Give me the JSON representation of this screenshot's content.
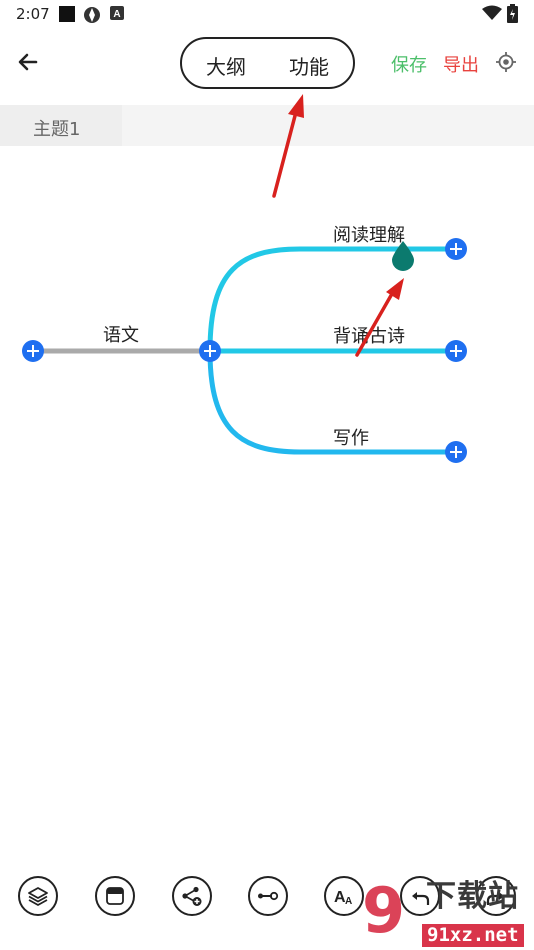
{
  "status_bar": {
    "time": "2:07",
    "icons": [
      "square-icon",
      "aperture-icon",
      "font-a-icon",
      "wifi-icon",
      "battery-icon"
    ]
  },
  "header": {
    "back_icon": "arrow-left-icon",
    "tabs": [
      {
        "label": "大纲"
      },
      {
        "label": "功能"
      }
    ],
    "save_label": "保存",
    "export_label": "导出",
    "locate_icon": "locate-icon",
    "colors": {
      "save": "#4cbf6a",
      "export": "#e8423e"
    }
  },
  "tab_strip": {
    "active_tab": "主题1"
  },
  "mindmap": {
    "root": {
      "label": "语文"
    },
    "branches": [
      {
        "label": "阅读理解",
        "color": "#22c8e6"
      },
      {
        "label": "背诵古诗",
        "color": "#22c8e6"
      },
      {
        "label": "写作",
        "color": "#22b8ee"
      }
    ],
    "root_line_color": "#aaaaaa",
    "add_button_color": "#1f6ff0",
    "drag_handle_color": "#0b7a6e"
  },
  "annotation_color": "#d8211e",
  "toolbar": {
    "buttons": [
      {
        "icon": "layers-icon"
      },
      {
        "icon": "window-icon"
      },
      {
        "icon": "add-child-node-icon"
      },
      {
        "icon": "connect-line-icon"
      },
      {
        "icon": "font-size-icon"
      },
      {
        "icon": "undo-icon"
      },
      {
        "icon": "redo-icon"
      }
    ]
  },
  "watermark": {
    "mark": "9",
    "text": "下载站",
    "url": "91xz.net"
  }
}
